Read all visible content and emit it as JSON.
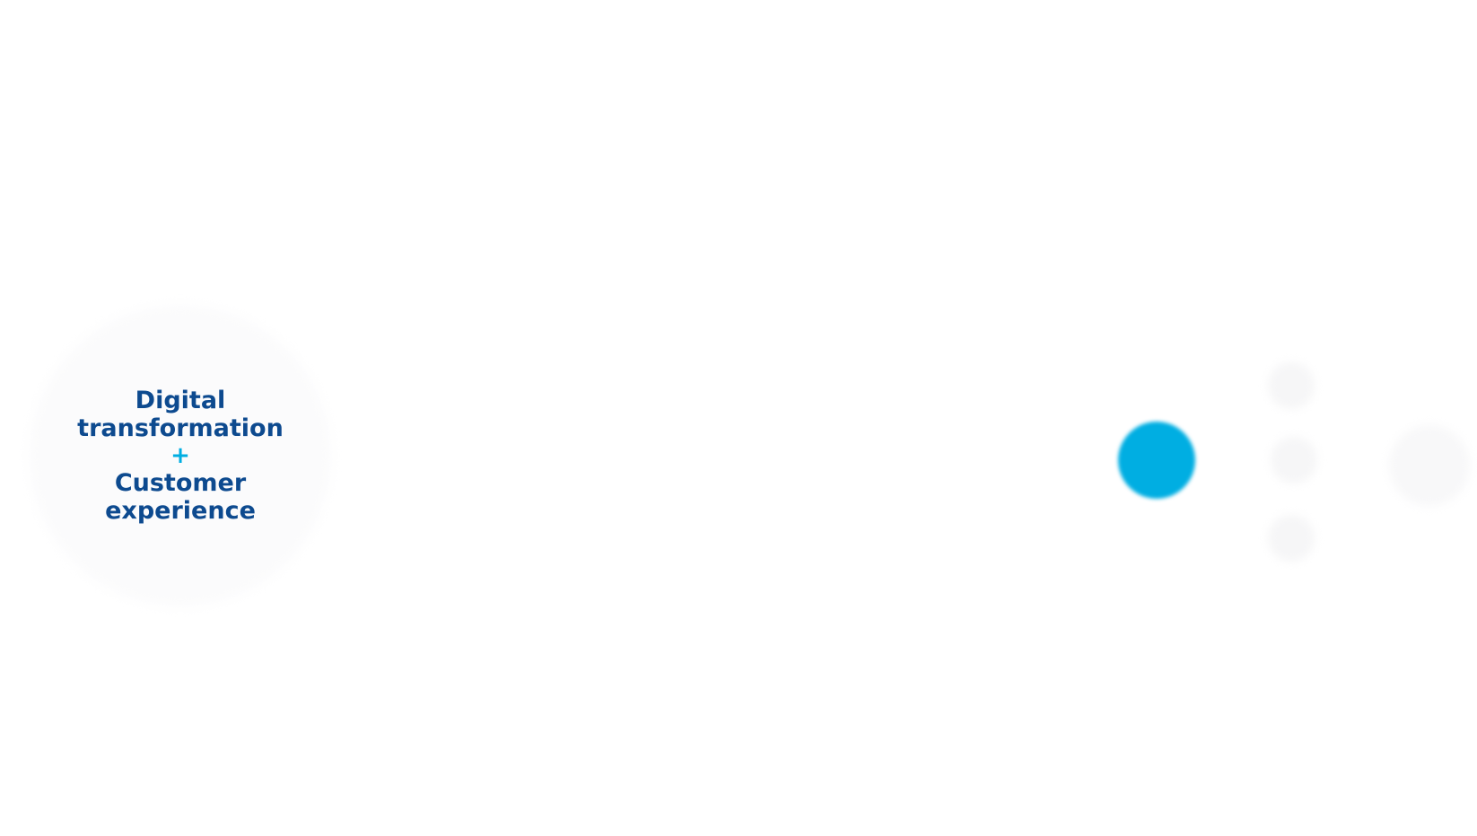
{
  "hero": {
    "line1": "Digital",
    "line2": "transformation",
    "plus": "+",
    "line3": "Customer",
    "line4": "experience"
  },
  "colors": {
    "heading": "#0d4a8f",
    "accent": "#00aee2",
    "background": "#ffffff"
  },
  "nav_dots": [
    {
      "name": "active-nav-dot",
      "state": "active"
    },
    {
      "name": "nav-dot-top",
      "state": "inactive"
    },
    {
      "name": "nav-dot-middle",
      "state": "inactive"
    },
    {
      "name": "nav-dot-bottom",
      "state": "inactive"
    },
    {
      "name": "nav-dot-right",
      "state": "inactive"
    }
  ]
}
